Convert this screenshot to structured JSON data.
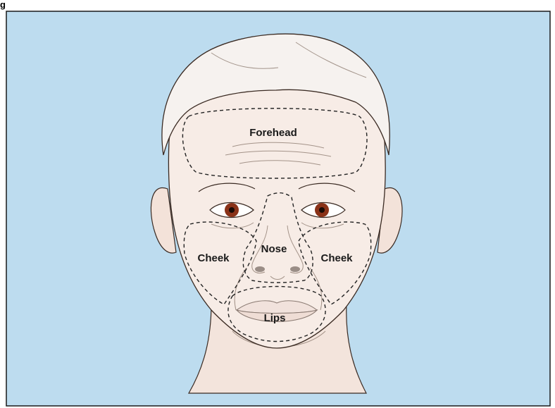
{
  "figure": {
    "corner_label": "g",
    "colors": {
      "background": "#bddcef",
      "frame": "#1a1a1a",
      "skin": "#f7ece6",
      "skin_shadow": "#ead8cf",
      "hair": "#f6f2ef",
      "iris": "#8a3218",
      "pupil": "#1a0a05"
    }
  },
  "regions": {
    "forehead": "Forehead",
    "cheek_left": "Cheek",
    "nose": "Nose",
    "cheek_right": "Cheek",
    "lips": "Lips"
  }
}
